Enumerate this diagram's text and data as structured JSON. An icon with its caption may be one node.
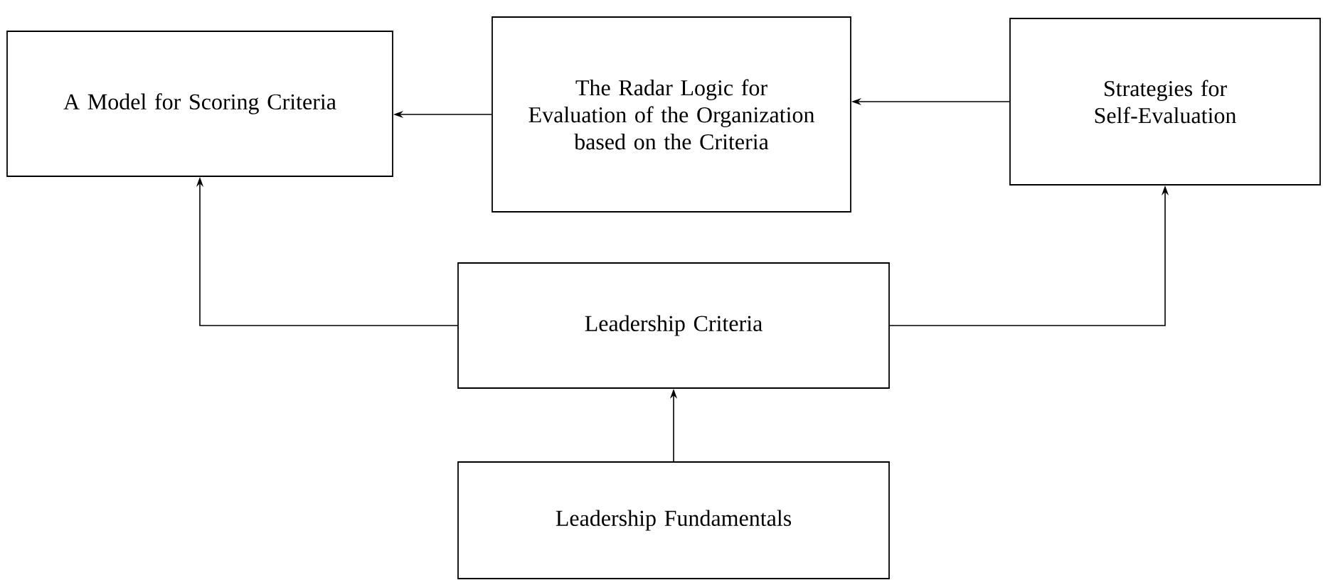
{
  "diagram": {
    "nodes": [
      {
        "text": [
          "A Model for Scoring Criteria"
        ]
      },
      {
        "text": [
          "The Radar Logic for Evaluation of the Organization based on the Criteria"
        ]
      },
      {
        "text": [
          "Strategies for Self-Evaluation"
        ]
      },
      {
        "text": [
          "Leadership Criteria"
        ]
      },
      {
        "text": [
          "Leadership Fundamentals"
        ]
      }
    ],
    "edges": [
      {
        "from": 1,
        "to": 0,
        "arrow": "to"
      },
      {
        "from": 2,
        "to": 1,
        "arrow": "to"
      },
      {
        "from": 3,
        "to": 0,
        "arrow": "to"
      },
      {
        "from": 3,
        "to": 2,
        "arrow": "to"
      },
      {
        "from": 4,
        "to": 3,
        "arrow": "to"
      }
    ]
  }
}
